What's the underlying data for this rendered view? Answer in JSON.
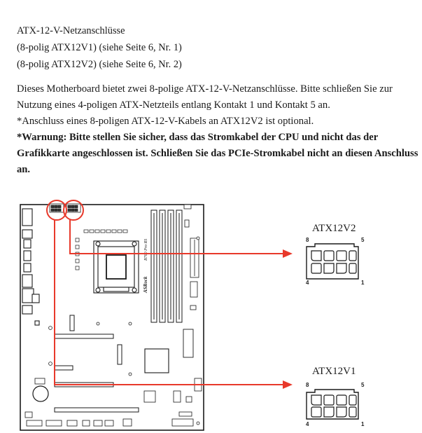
{
  "section": {
    "title": "ATX-12-V-Netzanschlüsse",
    "line2": "(8-polig ATX12V1) (siehe Seite 6, Nr. 1)",
    "line3": "(8-polig ATX12V2) (siehe Seite 6, Nr. 2)"
  },
  "body": {
    "para1": "Dieses Motherboard bietet zwei 8-polige ATX-12-V-Netzanschlüsse. Bitte schließen Sie zur Nutzung eines 4-poligen ATX-Netzteils entlang Kontakt 1 und Kontakt 5 an.",
    "para2": "*Anschluss eines 8-poligen ATX-12-V-Kabels an ATX12V2 ist optional.",
    "warning": "*Warnung: Bitte stellen Sie sicher, dass das Stromkabel der CPU und nicht das der Grafikkarte angeschlossen ist. Schließen Sie das PCIe-Stromkabel nicht an diesen Anschluss an."
  },
  "diagram": {
    "board_logo": "ASRock",
    "board_model": "B760 Pro RS",
    "connector_top": {
      "label": "ATX12V2",
      "pin_top_left": "8",
      "pin_top_right": "5",
      "pin_bottom_left": "4",
      "pin_bottom_right": "1"
    },
    "connector_bottom": {
      "label": "ATX12V1",
      "pin_top_left": "8",
      "pin_top_right": "5",
      "pin_bottom_left": "4",
      "pin_bottom_right": "1"
    },
    "colors": {
      "highlight": "#e8392b",
      "board_stroke": "#1a1a1a"
    }
  }
}
